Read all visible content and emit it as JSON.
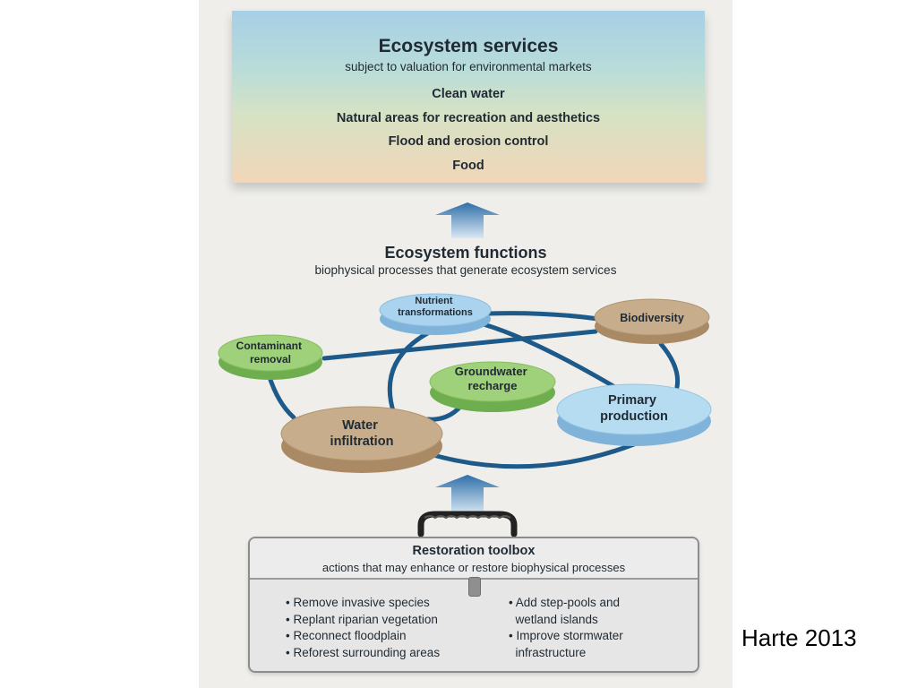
{
  "services": {
    "title": "Ecosystem services",
    "subtitle": "subject to valuation for environmental markets",
    "items": [
      "Clean water",
      "Natural areas for recreation and aesthetics",
      "Flood and erosion control",
      "Food"
    ]
  },
  "functions": {
    "title": "Ecosystem functions",
    "subtitle": "biophysical processes that generate ecosystem services",
    "nodes": {
      "nutrient": [
        "Nutrient",
        "transformations"
      ],
      "biodiversity": [
        "Biodiversity"
      ],
      "contaminant": [
        "Contaminant",
        "removal"
      ],
      "groundwater": [
        "Groundwater",
        "recharge"
      ],
      "primary": [
        "Primary",
        "production"
      ],
      "water": [
        "Water",
        "infiltration"
      ]
    }
  },
  "toolbox": {
    "title": "Restoration toolbox",
    "subtitle": "actions that may enhance or restore biophysical processes",
    "left_items": [
      "• Remove invasive species",
      "• Replant riparian vegetation",
      "• Reconnect floodplain",
      "• Reforest surrounding areas"
    ],
    "right_items": [
      "• Add step-pools and",
      "  wetland islands",
      "• Improve stormwater",
      "  infrastructure"
    ]
  },
  "citation": "Harte 2013",
  "colors": {
    "blue_node": "#a9d3ee",
    "tan_node": "#c7ad8b",
    "green_node": "#9fd17a",
    "connector": "#1d5a8a",
    "arrow": "#5b97c9"
  }
}
